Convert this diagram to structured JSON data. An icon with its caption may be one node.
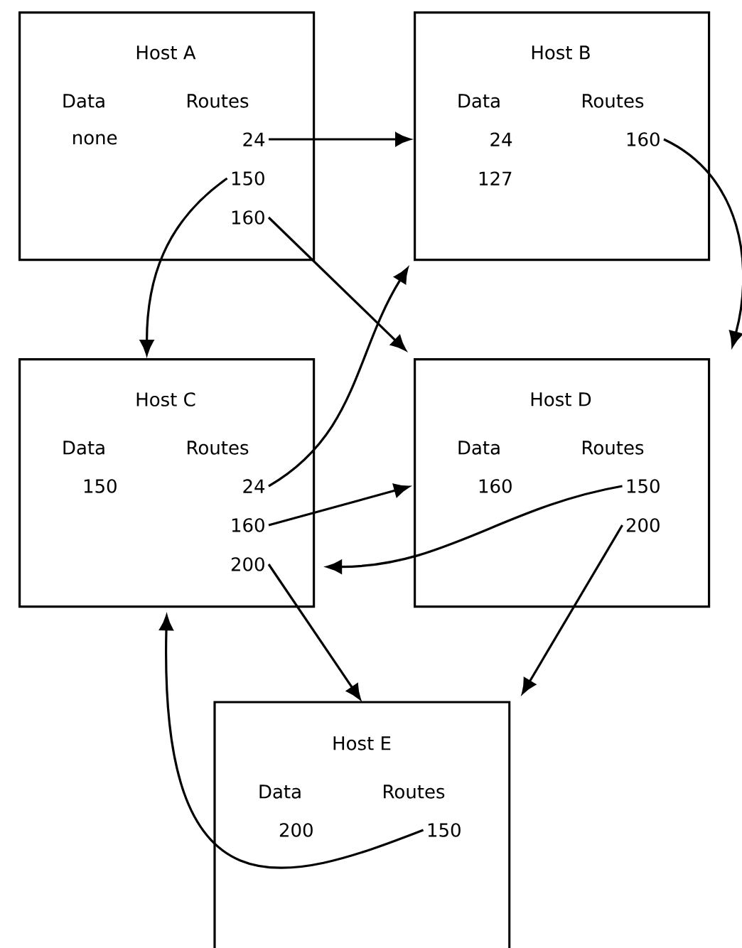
{
  "diagram": {
    "nodes": [
      {
        "text": [
          "Host A",
          "Data",
          "Routes",
          "none"
        ]
      },
      {
        "text": [
          "24"
        ],
        "in": 0
      },
      {
        "text": [
          "150"
        ],
        "in": 0
      },
      {
        "text": [
          "160"
        ],
        "in": 0
      },
      {
        "text": [
          "Host B",
          "Data",
          "Routes",
          "24",
          "127"
        ]
      },
      {
        "text": [
          "160"
        ],
        "in": 4
      },
      {
        "text": [
          "Host C",
          "Data",
          "Routes",
          "150"
        ]
      },
      {
        "text": [
          "24"
        ],
        "in": 6
      },
      {
        "text": [
          "160"
        ],
        "in": 6
      },
      {
        "text": [
          "200"
        ],
        "in": 6
      },
      {
        "text": [
          "Host D",
          "Data",
          "Routes",
          "160"
        ]
      },
      {
        "text": [
          "150"
        ],
        "in": 10
      },
      {
        "text": [
          "200"
        ],
        "in": 10
      },
      {
        "text": [
          "Host E",
          "Data",
          "Routes",
          "200"
        ]
      },
      {
        "text": [
          "150"
        ],
        "in": 13
      }
    ],
    "edges": [
      {
        "from": 1,
        "to": 4,
        "arrow": "to"
      },
      {
        "from": 2,
        "to": 6,
        "arrow": "to"
      },
      {
        "from": 3,
        "to": 10,
        "arrow": "to"
      },
      {
        "from": 5,
        "to": 10,
        "arrow": "to"
      },
      {
        "from": 7,
        "to": 4,
        "arrow": "to"
      },
      {
        "from": 8,
        "to": 10,
        "arrow": "to"
      },
      {
        "from": 9,
        "to": 13,
        "arrow": "to"
      },
      {
        "from": 11,
        "to": 6,
        "arrow": "to"
      },
      {
        "from": 12,
        "to": 13,
        "arrow": "to"
      },
      {
        "from": 14,
        "to": 6,
        "arrow": "to"
      }
    ]
  }
}
